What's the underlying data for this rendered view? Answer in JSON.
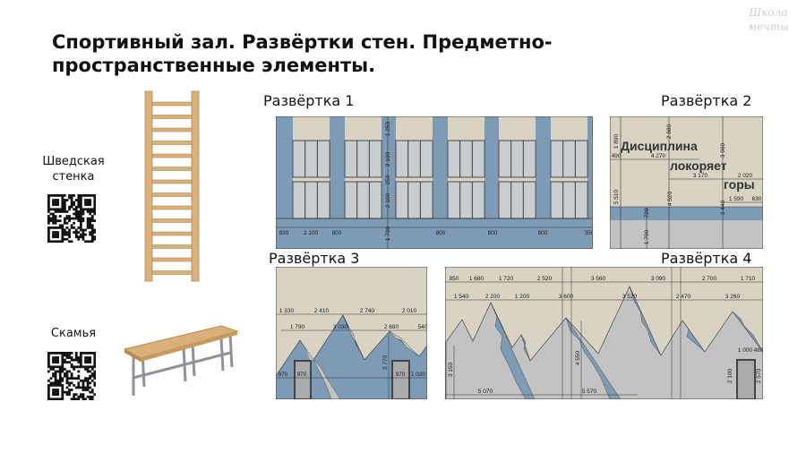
{
  "title": "Спортивный зал. Развёртки стен. Предметно-пространственные элементы.",
  "logo": {
    "line1": "Школа",
    "line2": "мечты"
  },
  "left": {
    "item1_label": "Шведская стенка",
    "item2_label": "Скамья"
  },
  "panels": {
    "r1": {
      "label": "Развёртка 1",
      "dims": [
        "1 250",
        "2 100",
        "250",
        "2 100",
        "1 700",
        "930",
        "2 100",
        "800",
        "800",
        "800",
        "800",
        "350"
      ]
    },
    "r2": {
      "label": "Развёртка 2",
      "text1": "Дисциплина",
      "text2": "локоряет",
      "text3": "горы",
      "dims": [
        "1 890",
        "2 880",
        "3 960",
        "490",
        "4 270",
        "3 170",
        "2 020",
        "1 590",
        "630",
        "5 510",
        "720",
        "4 520",
        "3 440",
        "1 700"
      ]
    },
    "r3": {
      "label": "Развёртка 3",
      "dims": [
        "1 330",
        "2 410",
        "2 740",
        "2 010",
        "1 790",
        "3 030",
        "2 880",
        "540",
        "970",
        "970",
        "970",
        "1 020",
        "3 770"
      ]
    },
    "r4": {
      "label": "Развёртка 4",
      "dims": [
        "850",
        "1 680",
        "1 720",
        "2 520",
        "3 560",
        "3 090",
        "2 700",
        "1 710",
        "1 540",
        "2 200",
        "1 200",
        "3 600",
        "3 520",
        "2 470",
        "3 260",
        "4 550",
        "3 150",
        "5 070",
        "5 570",
        "1 000",
        "480",
        "2 100",
        "2 570"
      ]
    }
  },
  "colors": {
    "wall_blue": "#7d9bb4",
    "beige": "#d9d3c4",
    "gray": "#c3c3c3",
    "wood": "#d8b07a",
    "window": "#c9cdcf"
  }
}
